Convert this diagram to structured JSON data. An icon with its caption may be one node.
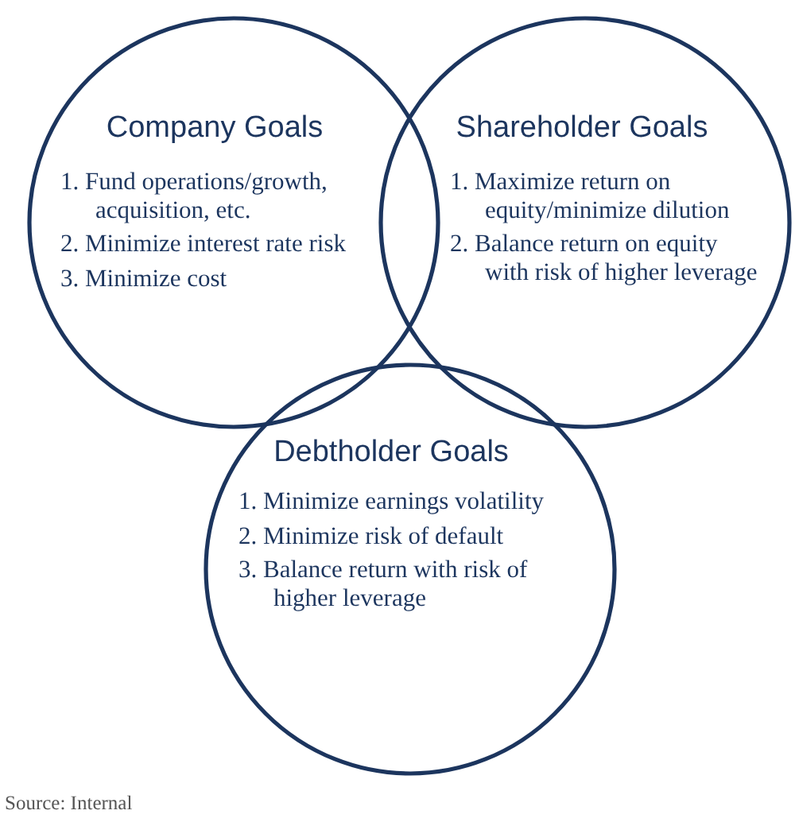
{
  "diagram": {
    "nodes": [
      {
        "text": [
          "Company Goals",
          "1. Fund operations/growth, acquisition, etc.",
          "2. Minimize interest rate risk",
          "3. Minimize cost"
        ]
      },
      {
        "text": [
          "Shareholder Goals",
          "1. Maximize return on equity/minimize dilution",
          "2. Balance return on equity with risk of higher leverage"
        ]
      },
      {
        "text": [
          "Debtholder Goals",
          "1. Minimize earnings volatility",
          "2. Minimize risk of default",
          "3. Balance return with risk of higher leverage"
        ]
      }
    ],
    "labels": [
      "Source: Internal"
    ]
  }
}
